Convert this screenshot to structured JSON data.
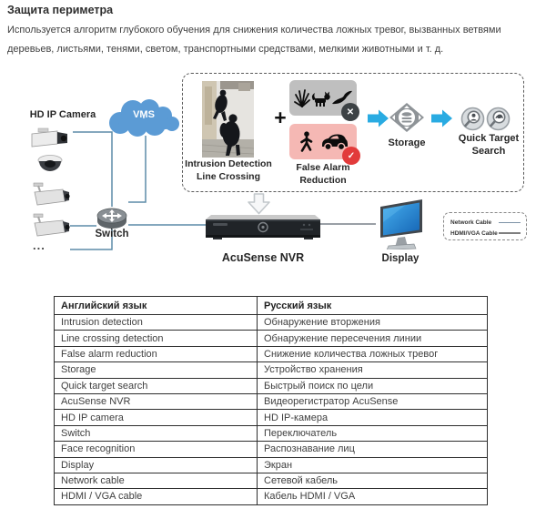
{
  "page": {
    "title": "Защита периметра",
    "description": "Используется алгоритм глубокого обучения для снижения количества ложных тревог, вызванных ветвями деревьев, листьями, тенями, светом, транспортными средствами, мелкими животными и т. д."
  },
  "colors": {
    "accent-blue": "#29ABE2",
    "cloud-blue": "#5B9BD5",
    "connector": "#5D8CA8",
    "gray-box": "#BFBFBF",
    "pink-box": "#F5B8B4",
    "badge-dark": "#3D4245",
    "badge-red": "#E23B3B",
    "text": "#3B3B3B"
  },
  "diagram": {
    "hd_ip_camera_label": "HD IP Camera",
    "camera_ellipsis": "...",
    "vms_label": "VMS",
    "plus_sign": "+",
    "intrusion_line1": "Intrusion Detection",
    "intrusion_line2": "Line Crossing",
    "false_alarm_line1": "False Alarm",
    "false_alarm_line2": "Reduction",
    "x_badge_glyph": "✕",
    "check_badge_glyph": "✓",
    "storage_label": "Storage",
    "quick_target_line1": "Quick Target",
    "quick_target_line2": "Search",
    "switch_label": "Switch",
    "nvr_label": "AcuSense NVR",
    "display_label": "Display",
    "legend": {
      "network_cable": "Network Cable",
      "hdmi_vga_cable": "HDMI/VGA Cable"
    }
  },
  "table": {
    "headers": {
      "en": "Английский язык",
      "ru": "Русский язык"
    },
    "rows": [
      {
        "en": "Intrusion detection",
        "ru": "Обнаружение вторжения"
      },
      {
        "en": "Line crossing detection",
        "ru": "Обнаружение пересечения линии"
      },
      {
        "en": "False alarm reduction",
        "ru": "Снижение количества ложных тревог"
      },
      {
        "en": "Storage",
        "ru": "Устройство хранения"
      },
      {
        "en": "Quick target search",
        "ru": "Быстрый поиск по цели"
      },
      {
        "en": "AcuSense NVR",
        "ru": "Видеорегистратор AcuSense"
      },
      {
        "en": "HD IP camera",
        "ru": "HD IP-камера"
      },
      {
        "en": "Switch",
        "ru": "Переключатель"
      },
      {
        "en": "Face recognition",
        "ru": "Распознавание лиц"
      },
      {
        "en": "Display",
        "ru": "Экран"
      },
      {
        "en": "Network cable",
        "ru": "Сетевой кабель"
      },
      {
        "en": "HDMI / VGA cable",
        "ru": "Кабель HDMI / VGA"
      }
    ]
  }
}
